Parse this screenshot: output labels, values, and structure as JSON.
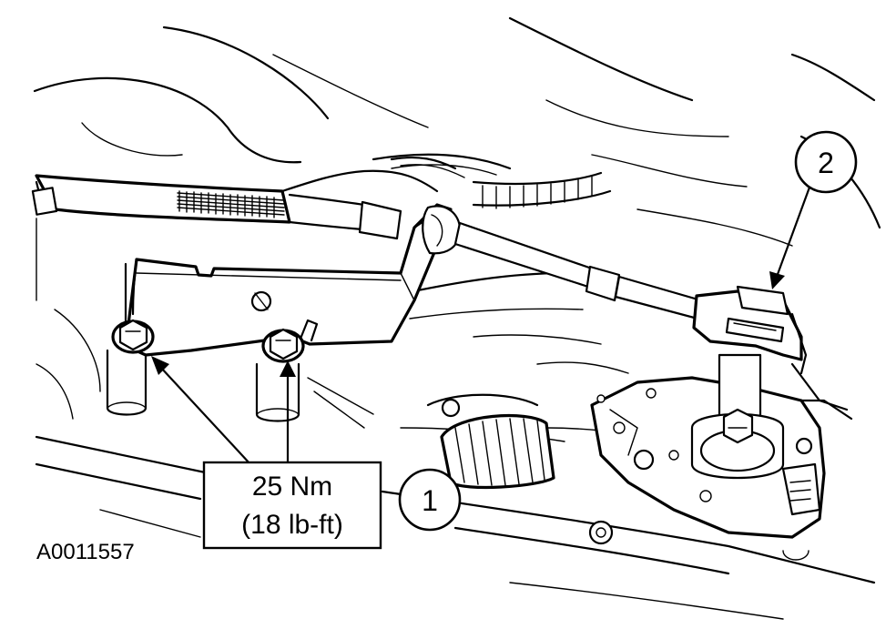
{
  "figure_id": "A0011557",
  "torque": {
    "line1": "25 Nm",
    "line2": "(18 lb-ft)"
  },
  "callouts": [
    {
      "number": "1"
    },
    {
      "number": "2"
    }
  ]
}
